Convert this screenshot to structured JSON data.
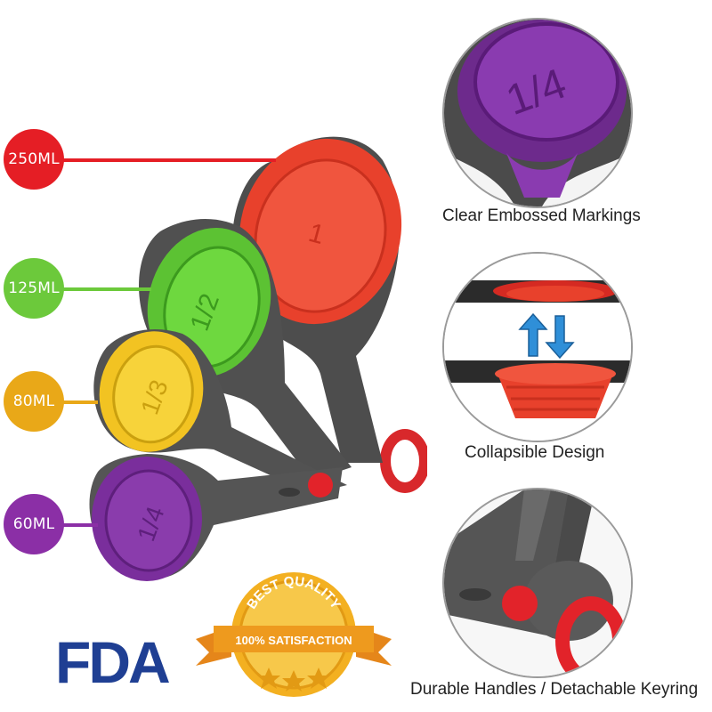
{
  "size_labels": [
    {
      "text": "250ML",
      "color": "#e51e25"
    },
    {
      "text": "125ML",
      "color": "#6cc93b"
    },
    {
      "text": "80ML",
      "color": "#e9a818"
    },
    {
      "text": "60ML",
      "color": "#8b2fa6"
    }
  ],
  "cup_markings": {
    "quarter": "1/4",
    "half": "1/2",
    "third": "1/3",
    "one": "1"
  },
  "features": [
    {
      "caption": "Clear Embossed Markings"
    },
    {
      "caption": "Collapsible Design"
    },
    {
      "caption": "Durable Handles / Detachable Keyring"
    }
  ],
  "badge": {
    "top_text": "BEST QUALITY",
    "ribbon_text": "100% SATISFACTION"
  },
  "logo": {
    "text": "FDA"
  },
  "colors": {
    "red": "#e8412c",
    "green": "#5cc233",
    "yellow": "#f2c322",
    "purple": "#7a2e9c",
    "handle": "#555555",
    "fda_blue": "#1f3f93",
    "badge_gold": "#f0a51c"
  }
}
